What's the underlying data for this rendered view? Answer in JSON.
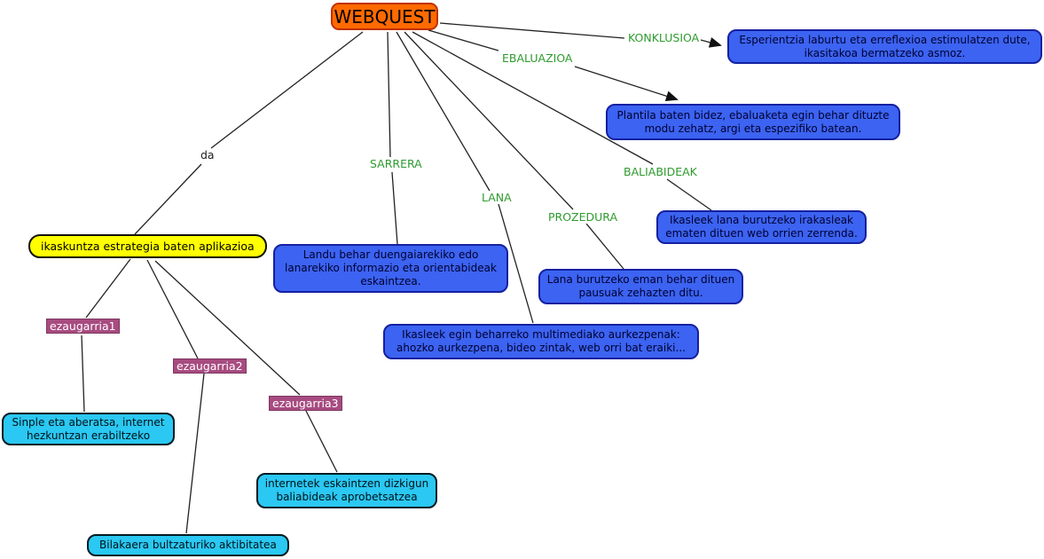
{
  "map": {
    "root": "WEBQUEST",
    "connector_labels": {
      "da": "da",
      "sarrera": "SARRERA",
      "lana": "LANA",
      "prozedura": "PROZEDURA",
      "baliabideak": "BALIABIDEAK",
      "ebaluazioa": "EBALUAZIOA",
      "konklusioa": "KONKLUSIOA"
    },
    "concepts": {
      "aplikazioa": "ikaskuntza estrategia baten aplikazioa",
      "konklusioa_box": "Esperientzia laburtu eta erreflexioa estimulatzen dute, ikasitakoa bermatzeko asmoz.",
      "ebaluazioa_box": "Plantila baten bidez, ebaluaketa egin behar dituzte modu zehatz, argi eta espezifiko batean.",
      "sarrera_box": "Landu behar duengaiarekiko edo lanarekiko informazio eta orientabideak eskaintzea.",
      "prozedura_box": "Lana burutzeko eman behar dituen pausuak zehazten ditu.",
      "lana_box": "Ikasleek egin beharreko multimediako aurkezpenak: ahozko aurkezpena, bideo zintak, web orri bat eraiki...",
      "baliabideak_box": "Ikasleek lana burutzeko irakasleak ematen dituen web orrien zerrenda.",
      "ezaugarria1": "ezaugarria1",
      "ezaugarria2": "ezaugarria2",
      "ezaugarria3": "ezaugarria3",
      "sinple_box": "Sinple eta aberatsa, internet hezkuntzan erabiltzeko",
      "internetek_box": "internetek eskaintzen dizkigun baliabideak aprobetsatzea",
      "bilakaera_box": "Bilakaera bultzaturiko aktibitatea"
    },
    "colors": {
      "root_bg": "#ff6a00",
      "root_border": "#c03000",
      "blue_box_bg": "#3c63f1",
      "blue_box_border": "#1520a0",
      "yellow_box_bg": "#ffff00",
      "cyan_box_bg": "#2ac8f2",
      "purple_badge_bg": "#a74b80",
      "edge_label_green": "#2e9b2e",
      "line_color": "#222222"
    }
  }
}
